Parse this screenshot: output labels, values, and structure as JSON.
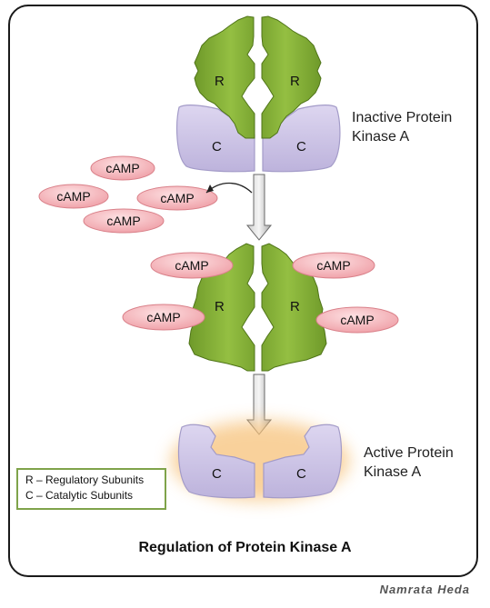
{
  "labels": {
    "inactive": [
      "Inactive Protein",
      "Kinase A"
    ],
    "active": [
      "Active Protein",
      "Kinase A"
    ],
    "regulatory": "R",
    "catalytic": "C",
    "camp": "cAMP"
  },
  "legend": [
    "R – Regulatory Subunits",
    "C – Catalytic Subunits"
  ],
  "title": "Regulation of Protein Kinase A",
  "signature": "Namrata Heda",
  "colors": {
    "regulatory_fill": "#8ab53a",
    "catalytic_fill": "#c9c1e3",
    "camp_fill": "#f5b9be",
    "glow": "#f7c27a",
    "legend_border": "#7fa34a"
  }
}
